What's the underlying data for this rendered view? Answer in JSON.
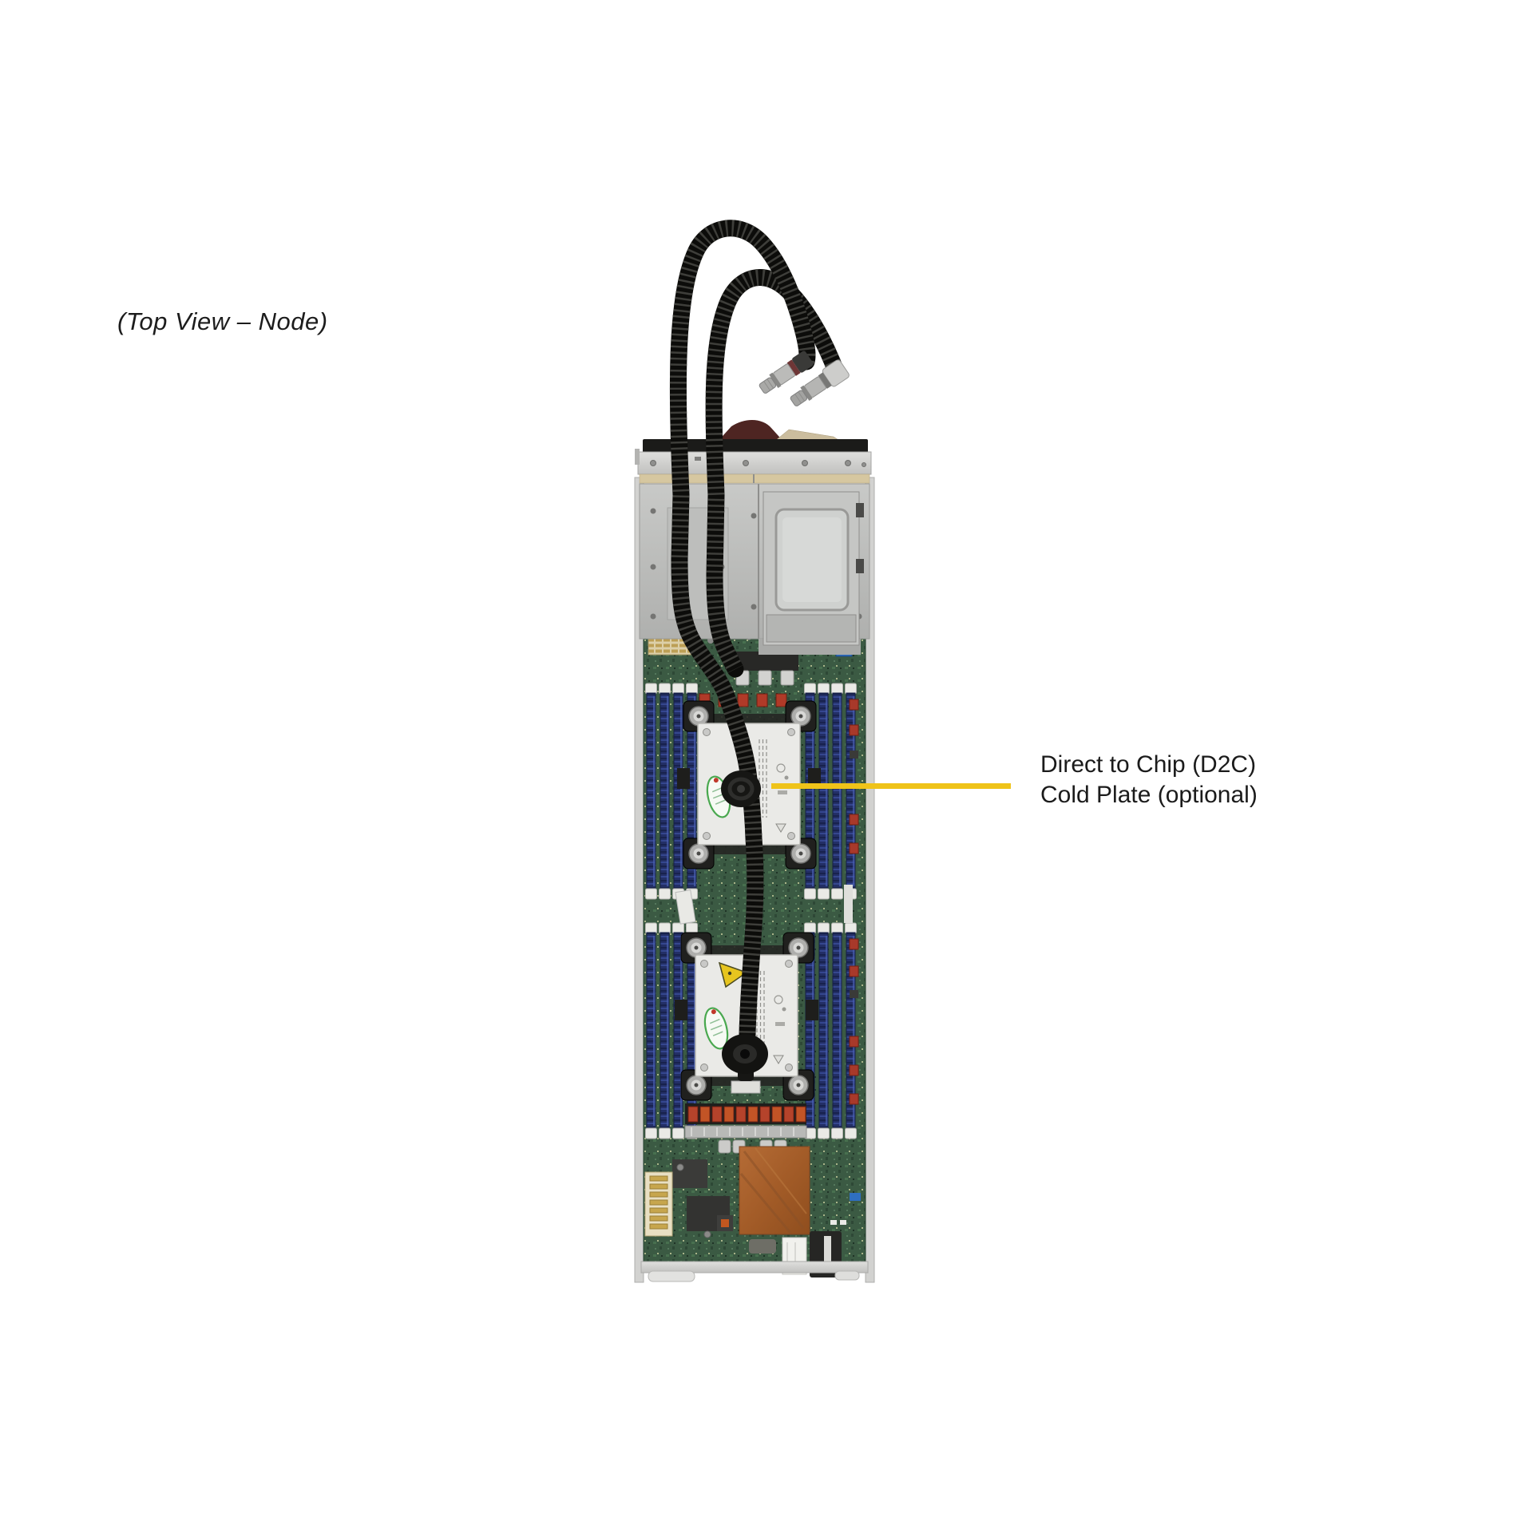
{
  "figure": {
    "view_label": "(Top View – Node)",
    "callout": {
      "text_line1": "Direct to Chip (D2C)",
      "text_line2": "Cold Plate (optional)",
      "line_color": "#EFC319"
    },
    "colors": {
      "background": "#FFFFFF",
      "text": "#1C1C1C",
      "callout_yellow": "#EFC319",
      "pcb_green": "#3B5A43",
      "dimm_blue": "#232F66",
      "chassis_metal": "#C8C9C7",
      "cooling_tube_black": "#0C0C0A",
      "cold_plate_white": "#EAEAE7",
      "copper_heatsink": "#A35C28",
      "warning_triangle_yellow": "#E7C51F",
      "fitting_silver": "#BBBBB9"
    }
  }
}
